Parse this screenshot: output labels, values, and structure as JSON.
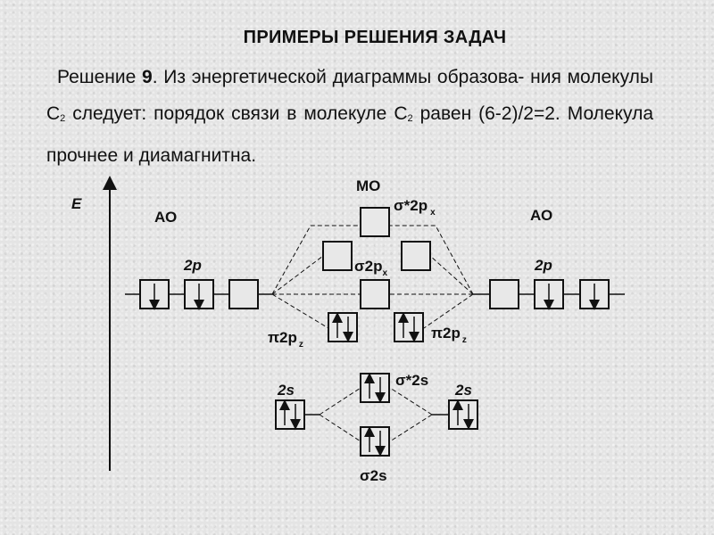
{
  "title": "ПРИМЕРЫ РЕШЕНИЯ ЗАДАЧ",
  "paragraph": {
    "prefix": "Решение ",
    "number": "9",
    "line1": ". Из энергетической диаграммы образова-",
    "line2a": "ния молекулы С",
    "sub1": "2",
    "line2b": " следует: порядок связи в молекуле",
    "line3a": "С",
    "sub2": "2",
    "line3b": " равен (6-2)/2=2. Молекула прочнее и диамагнитна."
  },
  "diagram": {
    "energy_axis_label": "E",
    "ao_left_label": "АО",
    "ao_right_label": "АО",
    "mo_label": "МО",
    "ao_2p_left": "2p",
    "ao_2p_right": "2p",
    "ao_2s_left": "2s",
    "ao_2s_right": "2s",
    "sigma_star_2px": {
      "main": "σ*2p",
      "sub": "x"
    },
    "pi_star_2p": {
      "main": "σ2p",
      "sub": "x"
    },
    "pi_2pz_left": {
      "main": "π2p",
      "sub": "z"
    },
    "pi_2pz_right": {
      "main": "π2p",
      "sub": "z"
    },
    "sigma_star_2s": "σ*2s",
    "sigma_2s": "σ2s"
  }
}
